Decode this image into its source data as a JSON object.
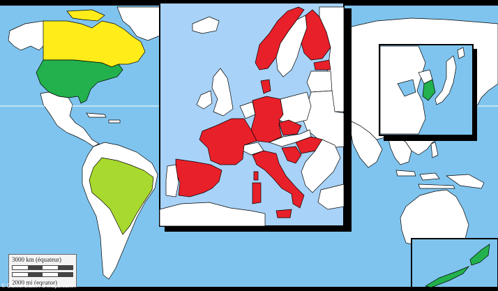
{
  "map": {
    "colors": {
      "ocean": "#7fc4ee",
      "inset_ocean": "#a8d2f7",
      "land": "#ffffff",
      "border": "#000000",
      "red": "#e8202a",
      "yellow": "#ffec19",
      "green": "#22b14c",
      "lime": "#a8d92e"
    },
    "highlighted": {
      "red": [
        "France",
        "Germany",
        "Italy",
        "Spain",
        "Norway",
        "Finland",
        "Estonia",
        "Czech Republic",
        "Hungary",
        "Croatia",
        "Denmark",
        "Sardinia",
        "Sicily"
      ],
      "yellow": [
        "Canada"
      ],
      "green": [
        "United States",
        "South Korea",
        "New Zealand"
      ],
      "lime": [
        "Brazil"
      ]
    }
  },
  "scale": {
    "km_label": "3000 km (équateur)",
    "mi_label": "2000 mi (equator)"
  },
  "credit": "© Daniel Dalet / d-maps.com"
}
